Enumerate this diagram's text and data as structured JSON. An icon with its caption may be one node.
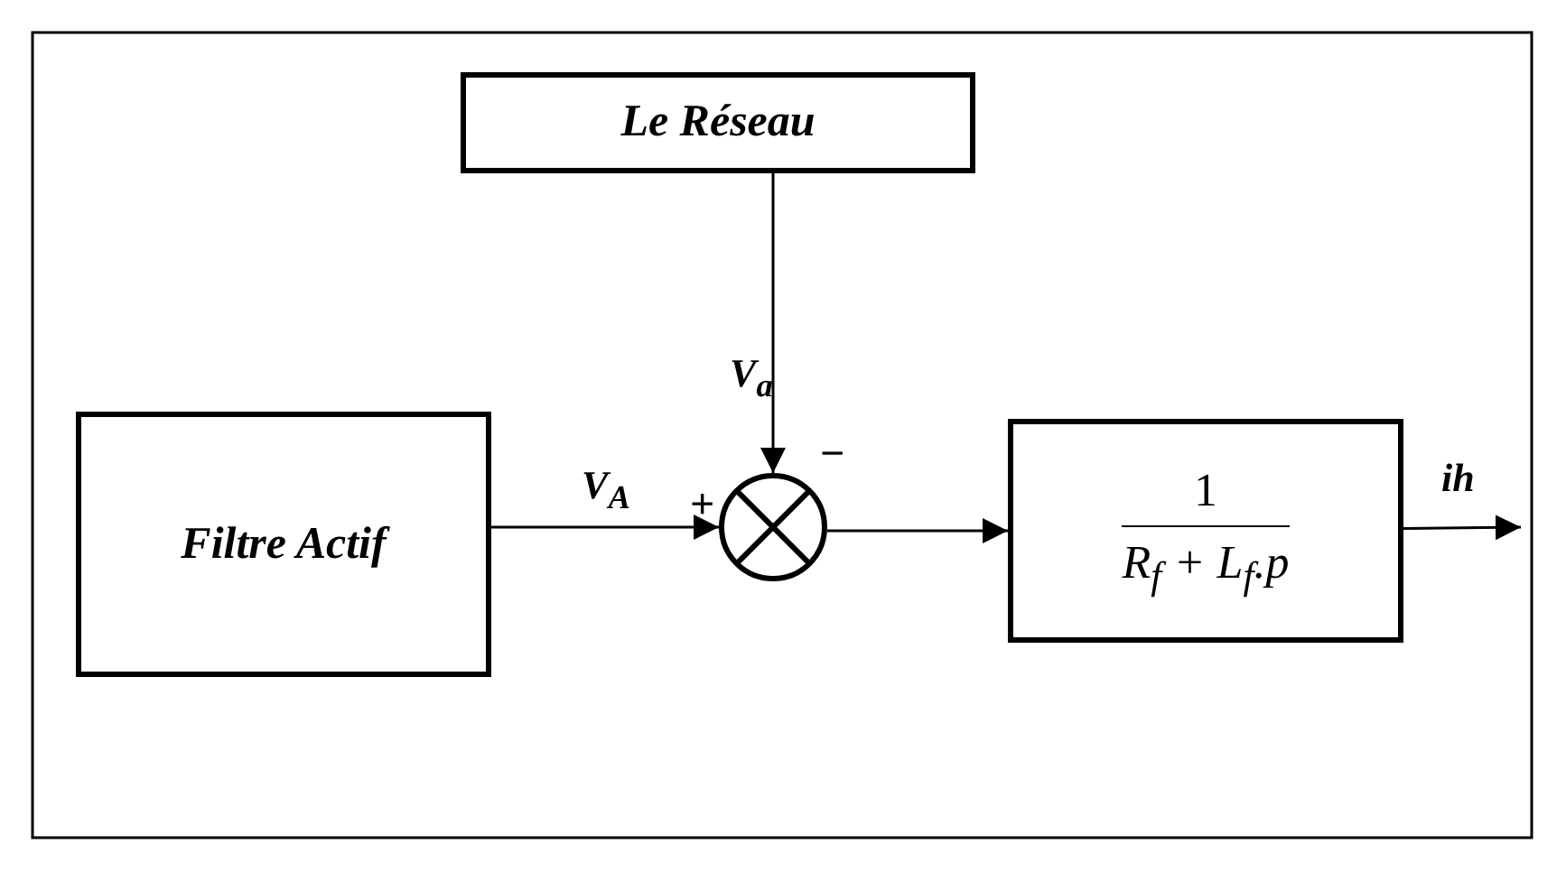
{
  "diagram": {
    "nodes": [
      {
        "text": [
          "Le Réseau"
        ]
      },
      {
        "text": [
          "Filtre Actif"
        ]
      },
      {
        "text": [],
        "shape": "circle",
        "beside": [
          "+",
          "−"
        ]
      },
      {
        "text": [
          "1",
          "R$_{f}$ + L$_{f}$.p"
        ]
      }
    ],
    "edges": [
      {
        "from": 0,
        "to": 2,
        "arrow": "to",
        "label": "V$_{a}$"
      },
      {
        "from": 1,
        "to": 2,
        "arrow": "to",
        "label": "V$_{A}$"
      },
      {
        "from": 2,
        "to": 3,
        "arrow": "to"
      },
      {
        "from": 3,
        "to": null,
        "arrow": "to",
        "label": "ih"
      }
    ]
  }
}
